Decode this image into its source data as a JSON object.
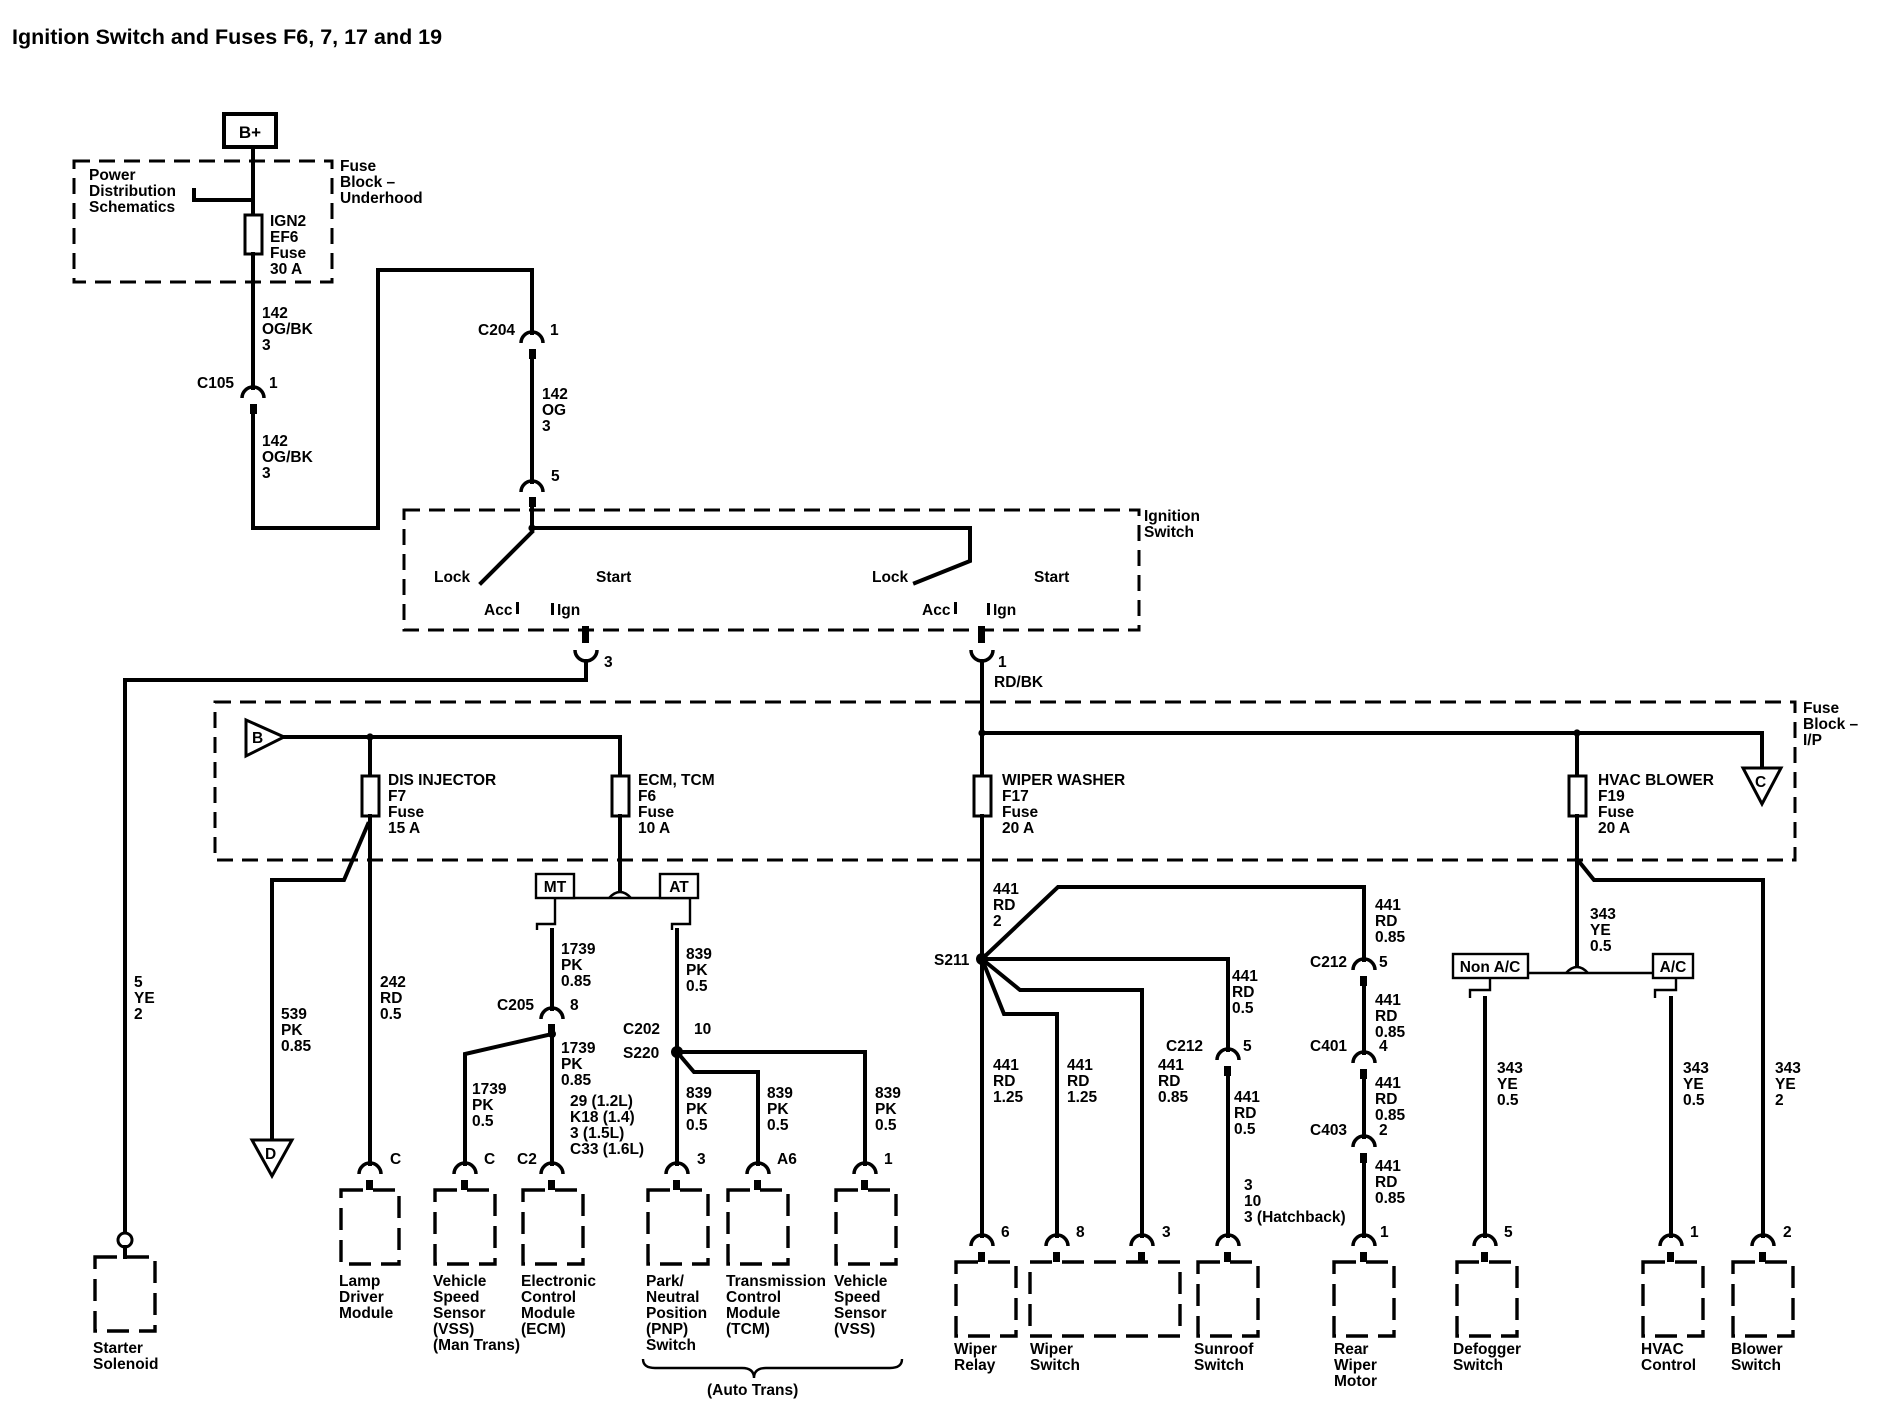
{
  "title": "Ignition Switch and Fuses F6, 7, 17 and 19",
  "battery": "B+",
  "underhood": {
    "pds": [
      "Power",
      "Distribution",
      "Schematics"
    ],
    "block": [
      "Fuse",
      "Block –",
      "Underhood"
    ],
    "fuse": [
      "IGN2",
      "EF6",
      "Fuse",
      "30 A"
    ]
  },
  "ip_block": [
    "Fuse",
    "Block –",
    "I/P"
  ],
  "switch": {
    "name": [
      "Ignition",
      "Switch"
    ],
    "lock": "Lock",
    "start": "Start",
    "acc": "Acc",
    "ign": "Ign"
  },
  "offpage": {
    "b": "B",
    "c": "C",
    "d": "D"
  },
  "fuses": [
    {
      "lines": [
        "DIS INJECTOR",
        "F7",
        "Fuse",
        "15 A"
      ]
    },
    {
      "lines": [
        "ECM, TCM",
        "F6",
        "Fuse",
        "10 A"
      ]
    },
    {
      "lines": [
        "WIPER WASHER",
        "F17",
        "Fuse",
        "20 A"
      ]
    },
    {
      "lines": [
        "HVAC BLOWER",
        "F19",
        "Fuse",
        "20 A"
      ]
    }
  ],
  "connectors": {
    "c204": "C204",
    "c105": "C105",
    "c205": "C205",
    "c202": "C202",
    "c212": "C212",
    "c401": "C401",
    "c403": "C403",
    "c2": "C2",
    "s211": "S211",
    "s220": "S220"
  },
  "pins": {
    "c204": "1",
    "c105": "1",
    "sw_in": "5",
    "sw_ign1": "3",
    "sw_ign2": "1",
    "c205": "8",
    "c202": "10",
    "ldm": "C",
    "vss_mt": "C",
    "pnp": "3",
    "tcm": "A6",
    "vss_at": "1",
    "relay": "6",
    "wsw_a": "8",
    "wsw_b": "3",
    "c212_sr": "5",
    "c212_r": "5",
    "c401": "4",
    "c403": "2",
    "motor": "1",
    "def": "5",
    "hvac": "1",
    "blower": "2"
  },
  "wire_labels": {
    "b_top": [
      "142",
      "OG/BK",
      "3"
    ],
    "b_bot": [
      "142",
      "OG/BK",
      "3"
    ],
    "og": [
      "142",
      "OG",
      "3"
    ],
    "rdbk": "RD/BK",
    "ye5": [
      "5",
      "YE",
      "2"
    ],
    "pk539": [
      "539",
      "PK",
      "0.85"
    ],
    "rd242": [
      "242",
      "RD",
      "0.5"
    ],
    "pk1739a": [
      "1739",
      "PK",
      "0.85"
    ],
    "pk1739b": [
      "1739",
      "PK",
      "0.85"
    ],
    "pk1739c": [
      "1739",
      "PK",
      "0.5"
    ],
    "ecm_pins": [
      "29 (1.2L)",
      "K18 (1.4)",
      "3 (1.5L)",
      "C33 (1.6L)"
    ],
    "pk839a": [
      "839",
      "PK",
      "0.5"
    ],
    "pk839b": [
      "839",
      "PK",
      "0.5"
    ],
    "pk839c": [
      "839",
      "PK",
      "0.5"
    ],
    "pk839d": [
      "839",
      "PK",
      "0.5"
    ],
    "rd441_2": [
      "441",
      "RD",
      "2"
    ],
    "rd441_085a": [
      "441",
      "RD",
      "0.85"
    ],
    "rd441_05a": [
      "441",
      "RD",
      "0.5"
    ],
    "rd441_125a": [
      "441",
      "RD",
      "1.25"
    ],
    "rd441_125b": [
      "441",
      "RD",
      "1.25"
    ],
    "rd441_085b": [
      "441",
      "RD",
      "0.85"
    ],
    "rd441_05b": [
      "441",
      "RD",
      "0.5"
    ],
    "rd441_085c": [
      "441",
      "RD",
      "0.85"
    ],
    "rd441_085d": [
      "441",
      "RD",
      "0.85"
    ],
    "rd441_085e": [
      "441",
      "RD",
      "0.85"
    ],
    "sunroof_pins": [
      "3",
      "10",
      "3 (Hatchback)"
    ],
    "ye343_top": [
      "343",
      "YE",
      "0.5"
    ],
    "ye343_a": [
      "343",
      "YE",
      "0.5"
    ],
    "ye343_b": [
      "343",
      "YE",
      "0.5"
    ],
    "ye343_c": [
      "343",
      "YE",
      "2"
    ]
  },
  "options": {
    "mt": "MT",
    "at": "AT",
    "nonac": "Non A/C",
    "ac": "A/C"
  },
  "components": {
    "starter": [
      "Starter",
      "Solenoid"
    ],
    "ldm": [
      "Lamp",
      "Driver",
      "Module"
    ],
    "vss_mt": [
      "Vehicle",
      "Speed",
      "Sensor",
      "(VSS)",
      "(Man Trans)"
    ],
    "ecm": [
      "Electronic",
      "Control",
      "Module",
      "(ECM)"
    ],
    "pnp": [
      "Park/",
      "Neutral",
      "Position",
      "(PNP)",
      "Switch"
    ],
    "tcm": [
      "Transmission",
      "Control",
      "Module",
      "(TCM)"
    ],
    "vss_at": [
      "Vehicle",
      "Speed",
      "Sensor",
      "(VSS)"
    ],
    "auto": "(Auto Trans)",
    "wrelay": [
      "Wiper",
      "Relay"
    ],
    "wswitch": [
      "Wiper",
      "Switch"
    ],
    "sunroof": [
      "Sunroof",
      "Switch"
    ],
    "rwiper": [
      "Rear",
      "Wiper",
      "Motor"
    ],
    "defog": [
      "Defogger",
      "Switch"
    ],
    "hvac": [
      "HVAC",
      "Control"
    ],
    "blower": [
      "Blower",
      "Switch"
    ]
  }
}
